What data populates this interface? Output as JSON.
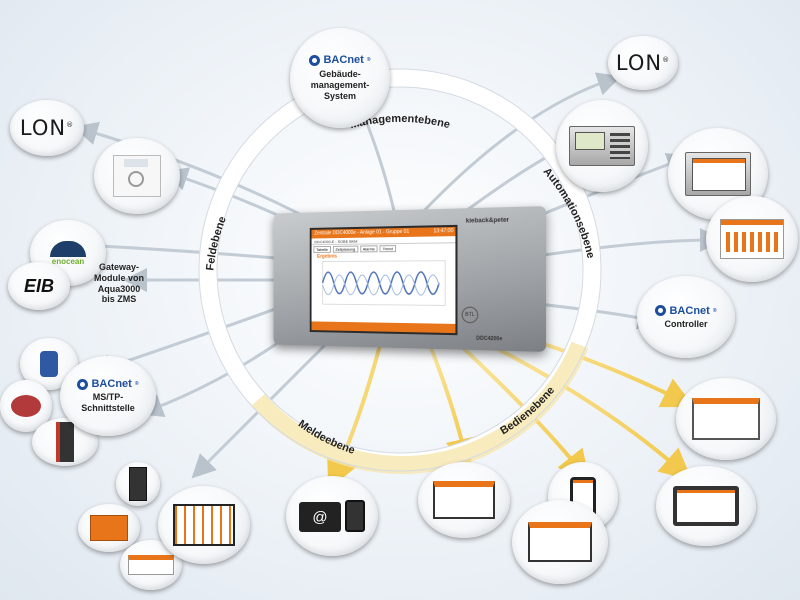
{
  "ring": {
    "top": "Managementebene",
    "right": "Automationsebene",
    "left": "Feldebene",
    "bottom_left": "Meldeebene",
    "bottom_right": "Bedienebene"
  },
  "central_device": {
    "header_title": "Zentrale DDC4000e - Anlage 01 - Gruppe 01",
    "time": "13:47:00",
    "subheader": "DDC4000-E - SOBE BKM",
    "result_label": "Ergebnis",
    "tabs": [
      "Tabelle",
      "Zeitplanung",
      "Alarme",
      "Trend"
    ],
    "brand": "kieback&peter",
    "model": "DDC4200e",
    "seal": "BTL"
  },
  "nodes": {
    "bacnet_mgmt": {
      "logo": "BACnet",
      "label": "Gebäude-\nmanagement-\nSystem"
    },
    "lon_top_right": {
      "logo": "LON"
    },
    "lon_left": {
      "logo": "LON"
    },
    "gateway": {
      "label": "Gateway-\nModule von\nAqua3000\nbis ZMS"
    },
    "enocean": {
      "logo": "enocean"
    },
    "eib": {
      "logo": "EIB"
    },
    "bacnet_ms": {
      "logo": "BACnet",
      "label": "MS/TP-\nSchnittstelle"
    },
    "bacnet_controller": {
      "logo": "BACnet",
      "label": "Controller"
    }
  },
  "colors": {
    "accent_orange": "#e8751a",
    "bacnet_blue": "#1d4e9b",
    "ring_white": "#ffffff",
    "arrow_yellow": "#f2c94c",
    "arrow_grey": "#9aa5b0"
  }
}
